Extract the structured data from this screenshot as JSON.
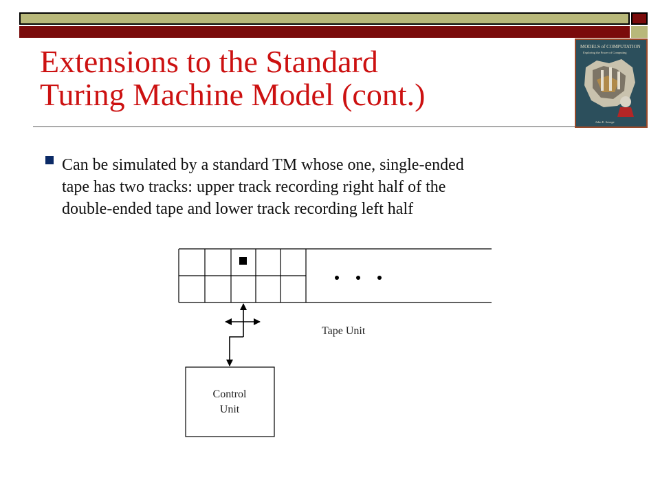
{
  "slide": {
    "title_lines": [
      "Extensions to the Standard",
      "Turing Machine Model (cont.)"
    ],
    "bullets": [
      {
        "lines": [
          "Can be simulated by a standard TM whose one, single-ended",
          "tape has two tracks: upper track recording right half of the",
          "double-ended tape and lower track recording left half"
        ]
      }
    ]
  },
  "diagram": {
    "tape_label": "Tape Unit",
    "control_label_lines": [
      "Control",
      "Unit"
    ],
    "head_marker": "square-marker",
    "continuation": "ellipsis-dots"
  },
  "book_cover": {
    "title": "MODELS of COMPUTATION",
    "subtitle": "Exploring the Power of Computing",
    "author": "John E. Savage"
  },
  "colors": {
    "title": "#cc1111",
    "bar_olive": "#b8b87a",
    "bar_red": "#7a0b0b",
    "bullet": "#0b2a66"
  }
}
